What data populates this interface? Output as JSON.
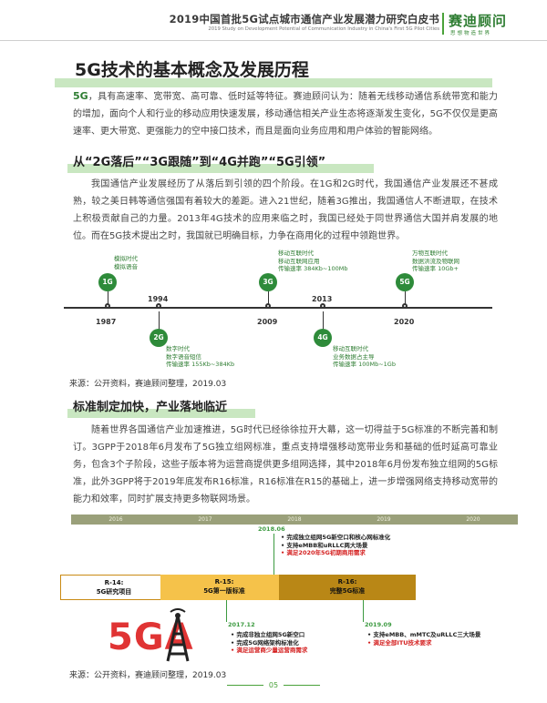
{
  "header": {
    "title": "2019中国首批5G试点城市通信产业发展潜力研究白皮书",
    "subtitle": "2019 Study on Development Potential of Communication Industry in China's First 5G Pilot Cities",
    "brand": "赛迪顾问",
    "brand_sub": "思想物造世界"
  },
  "section1": {
    "title": "5G技术的基本概念及发展历程",
    "intro_highlight": "5G",
    "intro_text": "，具有高速率、宽带宽、高可靠、低时延等特征。赛迪顾问认为：随着无线移动通信系统带宽和能力的增加，面向个人和行业的移动应用快速发展，移动通信相关产业生态将逐渐发生变化，5G不仅仅是更高速率、更大带宽、更强能力的空中接口技术，而且是面向业务应用和用户体验的智能网络。"
  },
  "subsection1": {
    "title": "从“2G落后”“3G跟随”到“4G并跑”“5G引领”",
    "paragraph": "我国通信产业发展经历了从落后到引领的四个阶段。在1G和2G时代，我国通信产业发展还不甚成熟，较之美日韩等通信强国有着较大的差距。进入21世纪，随着3G推出，我国通信人不断进取，在技术上积极贡献自己的力量。2013年4G技术的应用来临之时，我国已经处于同世界通信大国并肩发展的地位。而在5G技术提出之时，我国就已明确目标，力争在商用化的过程中领跑世界。",
    "timeline": [
      {
        "node": "1G",
        "year": "1987",
        "lines": [
          "模拟时代",
          "模拟语音"
        ]
      },
      {
        "node": "2G",
        "year": "1994",
        "lines": [
          "数字时代",
          "数字语音短信",
          "传输速率 155Kb~384Kb"
        ]
      },
      {
        "node": "3G",
        "year": "2009",
        "lines": [
          "移动互联时代",
          "移动互联网应用",
          "传输速率 384Kb~100Mb"
        ]
      },
      {
        "node": "4G",
        "year": "2013",
        "lines": [
          "移动互联时代",
          "业务数据占主导",
          "传输速率 100Mb~1Gb"
        ]
      },
      {
        "node": "5G",
        "year": "2020",
        "lines": [
          "万物互联时代",
          "数据洪流及物联网",
          "传输速率 10Gb+"
        ]
      }
    ],
    "source": "来源：公开资料，赛迪顾问整理，2019.03"
  },
  "subsection2": {
    "title": "标准制定加快，产业落地临近",
    "paragraph": "随着世界各国通信产业加速推进，5G时代已经徐徐拉开大幕，这一切得益于5G标准的不断完善和制订。3GPP于2018年6月发布了5G独立组网标准，重点支持增强移动宽带业务和基础的低时延高可靠业务，包含3个子阶段，这些子版本将为运营商提供更多组网选择，其中2018年6月份发布独立组网的5G标准，此外3GPP将于2019年底发布R16标准，R16标准在R15的基础上，进一步增强网络支持移动宽带的能力和效率，同时扩展支持更多物联网场景。",
    "years": [
      "2016",
      "2017",
      "2018",
      "2019",
      "2020"
    ],
    "milestone_2018_06": {
      "date": "2018.06",
      "items": [
        "完成独立组网5G新空口和核心网标准化",
        "支持eMBB和uRLLC两大场景"
      ],
      "highlight": "满足2020年5G初期商用需求"
    },
    "milestone_2017_12": {
      "date": "2017.12",
      "items": [
        "完成非独立组网5G新空口",
        "完成5G网络架构标准化"
      ],
      "highlight": "满足运营商少量运营商需求"
    },
    "milestone_2019_09": {
      "date": "2019.09",
      "items": [
        "支持eMBB、mMTC及uRLLC三大场景"
      ],
      "highlight": "满足全部ITU技术要求"
    },
    "releases": [
      {
        "name": "R-14:",
        "desc": "5G研究项目"
      },
      {
        "name": "R-15:",
        "desc": "5G第一版标准"
      },
      {
        "name": "R-16:",
        "desc": "完整5G标准"
      }
    ],
    "logo_text": "5GA",
    "source": "来源：公开资料，赛迪顾问整理，2019.03"
  },
  "page_number": "05",
  "colors": {
    "accent": "#2e7d32",
    "highlight_bar": "#c9e7c1",
    "red": "#d42020",
    "gold": "#f5c24a"
  }
}
